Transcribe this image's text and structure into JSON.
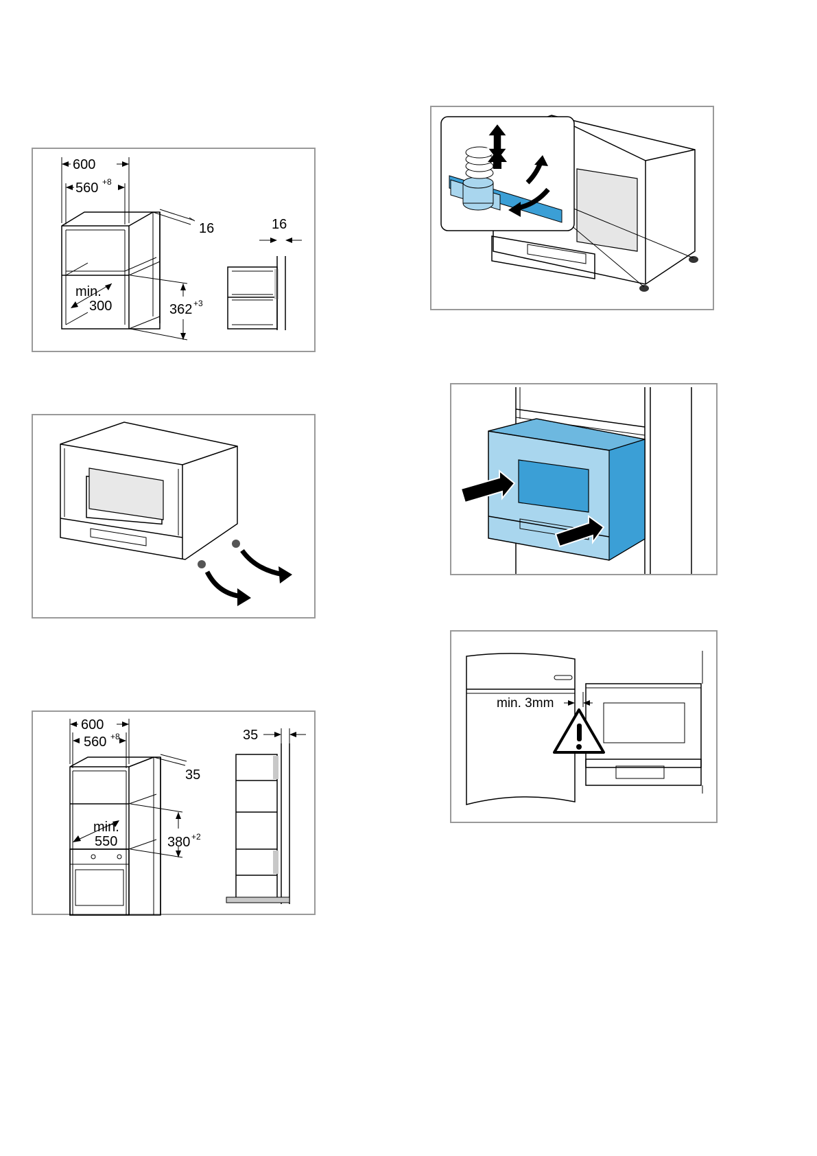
{
  "fig1": {
    "width_outer": "600",
    "width_inner": "560",
    "width_inner_tol": "+8",
    "panel_thickness": "16",
    "side_thickness": "16",
    "min_label": "min.",
    "min_value": "300",
    "height": "362",
    "height_tol": "+3"
  },
  "fig3": {
    "width_outer": "600",
    "width_inner": "560",
    "width_inner_tol": "+8",
    "panel_thickness": "35",
    "side_thickness": "35",
    "min_label": "min.",
    "min_value": "550",
    "height": "380",
    "height_tol": "+2"
  },
  "fig6": {
    "gap_label": "min. 3mm"
  },
  "colors": {
    "accent_blue": "#3b9fd6",
    "light_blue": "#a9d6ee",
    "border_grey": "#999999"
  }
}
